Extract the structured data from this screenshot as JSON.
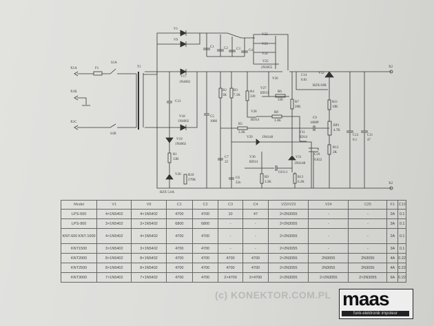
{
  "schematic": {
    "labels": [
      "X1A",
      "F1",
      "S1A",
      "T1",
      "V1",
      "V9",
      "C1",
      "C2",
      "C3",
      "C4",
      "V17",
      "1N4002",
      "C13",
      "X1B",
      "X1C",
      "S1B",
      "V18",
      "1N4002",
      "V19",
      "1N4002",
      "R1",
      "33R",
      "V20",
      "R10",
      "270K",
      "R2",
      "3K",
      "R3",
      "7.1K",
      "C5",
      "1000",
      "C7",
      "22",
      "C6",
      "22n",
      "V22",
      "V23",
      "V24",
      "V25",
      "2N3055",
      "V26",
      "C14",
      "0.01",
      "V32",
      "BZX/10B",
      "R6",
      "330",
      "V27",
      "BD13",
      "R4",
      "220",
      "R7",
      "20K",
      "V28",
      "BD14",
      "R8",
      "3.3K",
      "R5",
      "3.3K",
      "C9",
      "1000P",
      "V31",
      "BD14",
      "RP1",
      "4.7K",
      "R11",
      "10K",
      "C12",
      "0.1",
      "C11",
      "47",
      "V29",
      "1N4148",
      "V30",
      "BD14",
      "C8 0.1",
      "V21",
      "1N4148",
      "R9",
      "3.3K",
      "R13",
      "6.2K",
      "C10",
      "0.022",
      "R12",
      "2K",
      "X2",
      "X2",
      "BZX 5.6A"
    ]
  },
  "table": {
    "headers": [
      "Model",
      "V1",
      "V9",
      "C1",
      "C2",
      "C3",
      "C4",
      "V22/V23",
      "V24",
      "C25",
      "F1",
      "C13"
    ],
    "rows": [
      [
        "LPS-500",
        "4×1N5402",
        "4×1N5402",
        "4700",
        "4700",
        "10",
        "47",
        "2×2N3055",
        "-",
        "-",
        "2A",
        "0.1"
      ],
      [
        "LPS-900",
        "3×1N5402",
        "3×1N5402",
        "6800",
        "6800",
        "-",
        "-",
        "2×2N3055",
        "-",
        "-",
        "3A",
        "0.1"
      ],
      [
        "KNT-600 KNT-1000",
        "4×1N5402",
        "4×1N5402",
        "4700",
        "4700",
        "-",
        "-",
        "2×2N3055",
        "-",
        "-",
        "2A",
        "0.1"
      ],
      [
        "KNT1500",
        "3×1N5402",
        "3×1N5402",
        "4700",
        "4700",
        "-",
        "-",
        "2×2N3055",
        "-",
        "-",
        "3A",
        "0.1"
      ],
      [
        "KNT2000",
        "8×1N5402",
        "8×1N5402",
        "4700",
        "4700",
        "4700",
        "4700",
        "2×2N3055",
        "2N3055",
        "2N3055",
        "4A",
        "0.22"
      ],
      [
        "KNT2500",
        "8×1N5402",
        "8×1N5402",
        "4700",
        "4700",
        "4700",
        "4700",
        "2×2N3055",
        "2N3055",
        "2N3055",
        "4A",
        "0.22"
      ],
      [
        "KNT3000",
        "7×1N5402",
        "7×1N5402",
        "4700",
        "4700",
        "2×4700",
        "2×4700",
        "2×2N3055",
        "2×2N3055",
        "2×2N3055",
        "6A",
        "0.22"
      ]
    ]
  },
  "watermark": "(c) KONEKTOR.COM.PL",
  "logo": {
    "name": "maas",
    "tagline": "funk-elektronik impoteur"
  }
}
